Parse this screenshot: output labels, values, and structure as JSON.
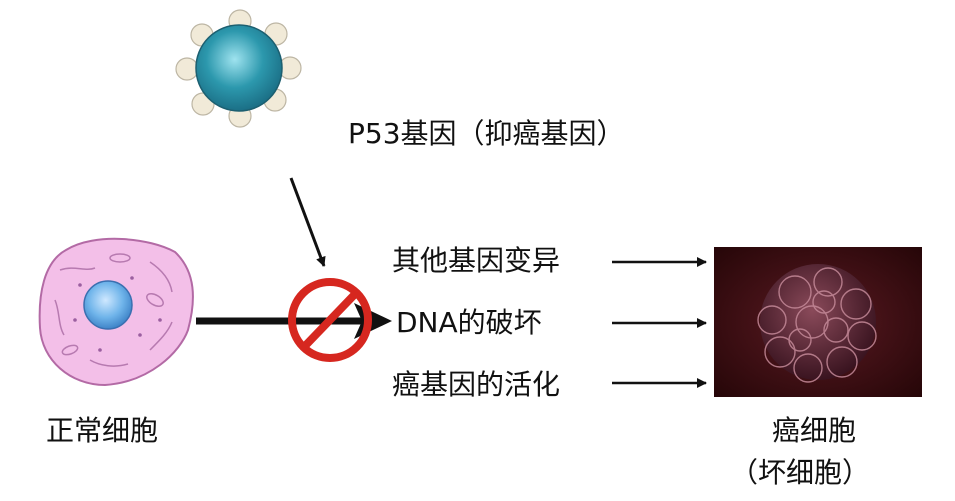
{
  "labels": {
    "p53": "P53基因（抑癌基因）",
    "other_gene_mutation": "其他基因变异",
    "dna_damage": "DNA的破坏",
    "oncogene_activation": "癌基因的活化",
    "normal_cell": "正常细胞",
    "cancer_cell": "癌细胞",
    "cancer_cell_alias": "（坏细胞）"
  },
  "icons": {
    "p53_protein": "p53-protein-icon",
    "normal_cell": "normal-cell-icon",
    "prohibition": "prohibition-sign-icon",
    "cancer_cell": "cancer-cell-icon"
  },
  "colors": {
    "prohibition_red": "#d6271f",
    "normal_cell_pink": "#f3bfe8",
    "nucleus_blue": "#6fb4ea",
    "p53_teal": "#2c98ad",
    "cancer_bg": "#3a0c10"
  }
}
